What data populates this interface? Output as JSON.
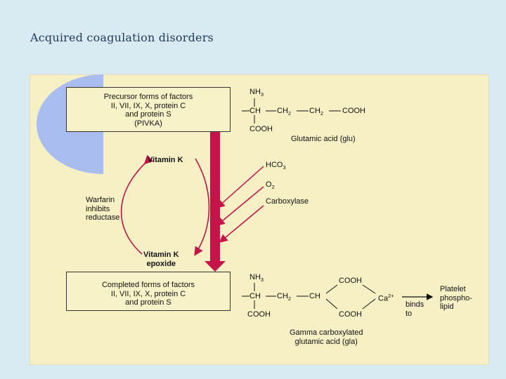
{
  "slide": {
    "title": "Acquired coagulation disorders"
  },
  "diagram": {
    "precursor_box": {
      "lines": [
        "Precursor forms of factors",
        "II, VII, IX, X, protein C",
        "and protein S",
        "(PIVKA)"
      ]
    },
    "completed_box": {
      "lines": [
        "Completed forms of factors",
        "II, VII, IX, X, protein C",
        "and protein S"
      ]
    },
    "vitamin_k": "Vitamin K",
    "vitamin_k_epoxide": [
      "Vitamin K",
      "epoxide"
    ],
    "warfarin": [
      "Warfarin",
      "inhibits",
      "reductase"
    ],
    "inputs": {
      "hco3": "HCO",
      "hco3_sub": "3",
      "o2": "O",
      "o2_sub": "2",
      "carboxylase": "Carboxylase"
    },
    "glu_structure": {
      "nh3": "NH",
      "nh3_sub": "3",
      "ch": "CH",
      "ch2_a": "CH",
      "ch2_a_sub": "2",
      "ch2_b": "CH",
      "ch2_b_sub": "2",
      "cooh_end": "COOH",
      "cooh_bottom": "COOH",
      "name": "Glutamic acid (glu)"
    },
    "gla_structure": {
      "nh3": "NH",
      "nh3_sub": "3",
      "ch": "CH",
      "ch2": "CH",
      "ch2_sub": "2",
      "ch2_b": "CH",
      "cooh_top": "COOH",
      "cooh_bottom": "COOH",
      "cooh_left": "COOH",
      "ca": "Ca",
      "ca_sup": "2+",
      "name": [
        "Gamma carboxylated",
        "glutamic acid (gla)"
      ]
    },
    "binds_to": [
      "binds",
      "to"
    ],
    "platelet": [
      "Platelet",
      "phospho-",
      "lipid"
    ],
    "colors": {
      "main_arrow": "#c4124a",
      "platelet_fill": "#a9bdf0",
      "background": "#f6f0c4"
    }
  }
}
